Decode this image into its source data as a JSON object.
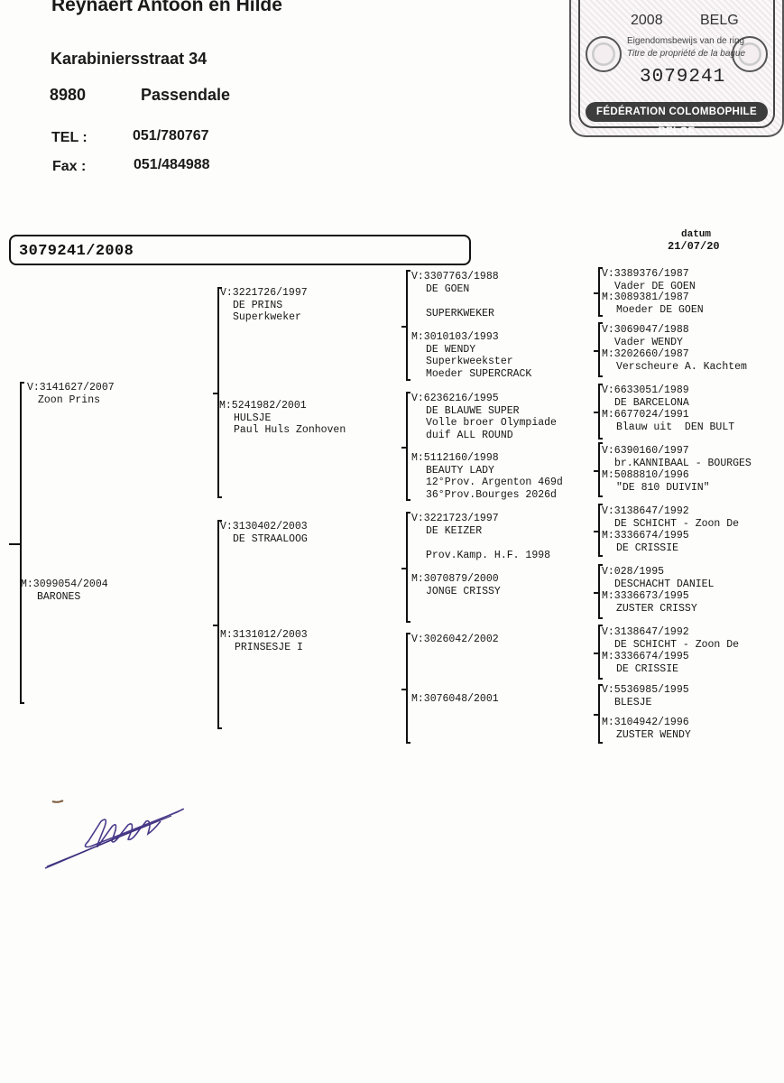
{
  "owner": {
    "name": "Reynaert Antoon en Hilde",
    "street": "Karabiniersstraat 34",
    "postcode": "8980",
    "city": "Passendale",
    "tel_label": "TEL :",
    "tel": "051/780767",
    "fax_label": "Fax :",
    "fax": "051/484988"
  },
  "certificate": {
    "year": "2008",
    "country": "BELG",
    "line1": "Eigendomsbewijs van de ring",
    "line2": "Titre de propriété de la bague",
    "ring": "3079241",
    "federation": "FÉDÉRATION COLOMBOPHILE BELGE"
  },
  "pigeon_id": "3079241/2008",
  "datum_label": "datum",
  "datum": "21/07/20",
  "gen1": {
    "father": {
      "prefix": "V:",
      "ring": "3141627/2007",
      "lines": [
        "Zoon Prins"
      ]
    },
    "mother": {
      "prefix": "M:",
      "ring": "3099054/2004",
      "lines": [
        "BARONES"
      ]
    }
  },
  "gen2": [
    {
      "prefix": "V:",
      "ring": "3221726/1997",
      "lines": [
        "DE PRINS",
        "Superkweker"
      ]
    },
    {
      "prefix": "M:",
      "ring": "5241982/2001",
      "lines": [
        "HULSJE",
        "Paul Huls Zonhoven"
      ]
    },
    {
      "prefix": "V:",
      "ring": "3130402/2003",
      "lines": [
        "DE STRAALOOG"
      ]
    },
    {
      "prefix": "M:",
      "ring": "3131012/2003",
      "lines": [
        "PRINSESJE I"
      ]
    }
  ],
  "gen3": [
    {
      "prefix": "V:",
      "ring": "3307763/1988",
      "lines": [
        "DE GOEN",
        "",
        "SUPERKWEKER"
      ]
    },
    {
      "prefix": "M:",
      "ring": "3010103/1993",
      "lines": [
        "DE WENDY",
        "Superkweekster",
        "Moeder SUPERCRACK"
      ]
    },
    {
      "prefix": "V:",
      "ring": "6236216/1995",
      "lines": [
        "DE BLAUWE SUPER",
        "Volle broer Olympiade",
        "duif ALL ROUND"
      ]
    },
    {
      "prefix": "M:",
      "ring": "5112160/1998",
      "lines": [
        "BEAUTY LADY",
        "12°Prov. Argenton 469d",
        "36°Prov.Bourges 2026d"
      ]
    },
    {
      "prefix": "V:",
      "ring": "3221723/1997",
      "lines": [
        "DE KEIZER",
        "",
        "Prov.Kamp. H.F. 1998"
      ]
    },
    {
      "prefix": "M:",
      "ring": "3070879/2000",
      "lines": [
        "JONGE CRISSY"
      ]
    },
    {
      "prefix": "V:",
      "ring": "3026042/2002",
      "lines": []
    },
    {
      "prefix": "M:",
      "ring": "3076048/2001",
      "lines": []
    }
  ],
  "gen4": [
    {
      "prefix": "V:",
      "ring": "3389376/1987",
      "lines": [
        "Vader DE GOEN"
      ]
    },
    {
      "prefix": "M:",
      "ring": "3089381/1987",
      "lines": [
        "Moeder DE GOEN"
      ]
    },
    {
      "prefix": "V:",
      "ring": "3069047/1988",
      "lines": [
        "Vader WENDY"
      ]
    },
    {
      "prefix": "M:",
      "ring": "3202660/1987",
      "lines": [
        "Verscheure A. Kachtem"
      ]
    },
    {
      "prefix": "V:",
      "ring": "6633051/1989",
      "lines": [
        "DE BARCELONA"
      ]
    },
    {
      "prefix": "M:",
      "ring": "6677024/1991",
      "lines": [
        "Blauw uit  DEN BULT"
      ]
    },
    {
      "prefix": "V:",
      "ring": "6390160/1997",
      "lines": [
        "br.KANNIBAAL - BOURGES"
      ]
    },
    {
      "prefix": "M:",
      "ring": "5088810/1996",
      "lines": [
        "\"DE 810 DUIVIN\""
      ]
    },
    {
      "prefix": "V:",
      "ring": "3138647/1992",
      "lines": [
        "DE SCHICHT - Zoon De"
      ]
    },
    {
      "prefix": "M:",
      "ring": "3336674/1995",
      "lines": [
        "DE CRISSIE"
      ]
    },
    {
      "prefix": "V:",
      "ring": "028/1995",
      "lines": [
        "DESCHACHT DANIEL"
      ]
    },
    {
      "prefix": "M:",
      "ring": "3336673/1995",
      "lines": [
        "ZUSTER CRISSY"
      ]
    },
    {
      "prefix": "V:",
      "ring": "3138647/1992",
      "lines": [
        "DE SCHICHT - Zoon De"
      ]
    },
    {
      "prefix": "M:",
      "ring": "3336674/1995",
      "lines": [
        "DE CRISSIE"
      ]
    },
    {
      "prefix": "V:",
      "ring": "5536985/1995",
      "lines": [
        "BLESJE"
      ]
    },
    {
      "prefix": "M:",
      "ring": "3104942/1996",
      "lines": [
        "ZUSTER WENDY"
      ]
    }
  ]
}
